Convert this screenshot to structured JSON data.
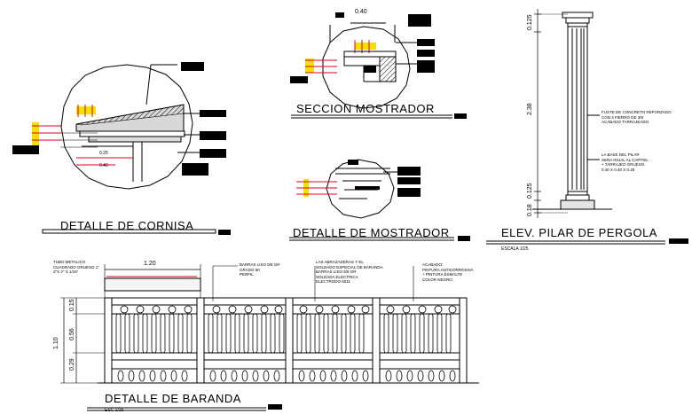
{
  "titles": {
    "cornisa": "DETALLE DE CORNISA",
    "seccion": "SECCION MOSTRADOR",
    "mostrador": "DETALLE DE MOSTRADOR",
    "pilar": "ELEV. PILAR DE PERGOLA",
    "baranda": "DETALLE DE BARANDA"
  },
  "scales": {
    "pilar": "ESCALA 1/25",
    "baranda": "ESC 1/25"
  },
  "dimensions": {
    "seccion_width": "0.40",
    "baranda_width": "1.20",
    "baranda_total": "1.10",
    "baranda_mid": "0.56",
    "baranda_top": "0.15",
    "baranda_bottom": "0.29",
    "pilar_total": "2.38",
    "pilar_top": "0.125",
    "pilar_base": "0.125",
    "pilar_plinth": "0.18"
  },
  "notes": {
    "baranda_tubo": "TUBO METALICO\nCUADRADO GRUESO 1\"\n2\"X 2\" X 1/16\"",
    "baranda_grado": "BARRAS LISO 5/8 GR\nGRADO 60\nPERFIL",
    "baranda_soldadura": "LAS ABRAZADERAS Y EL\nSOLDADO ESPECIAL DE BARANDA\nBARRAS LISO 5/8 GR\nSOLDADA ELECTRICA\nELECTRODO 6011",
    "baranda_acabado": "ACABADO:\nPINTURA ANTICORROSIVA\n+ PINTURA ESMALTE\nCOLOR NEGRO",
    "pilar_fuste": "FUSTE DE CONCRETO REFORZADO\nCON 4 FIERRO DE 3/8\nACABADO TARRAJEADO",
    "pilar_base": "LA BASE DEL PILAR\nSERA IGUAL AL CAPITEL\n+ TARRAJEO GRUESO\n0.40 X 0.40 X 0.25"
  }
}
